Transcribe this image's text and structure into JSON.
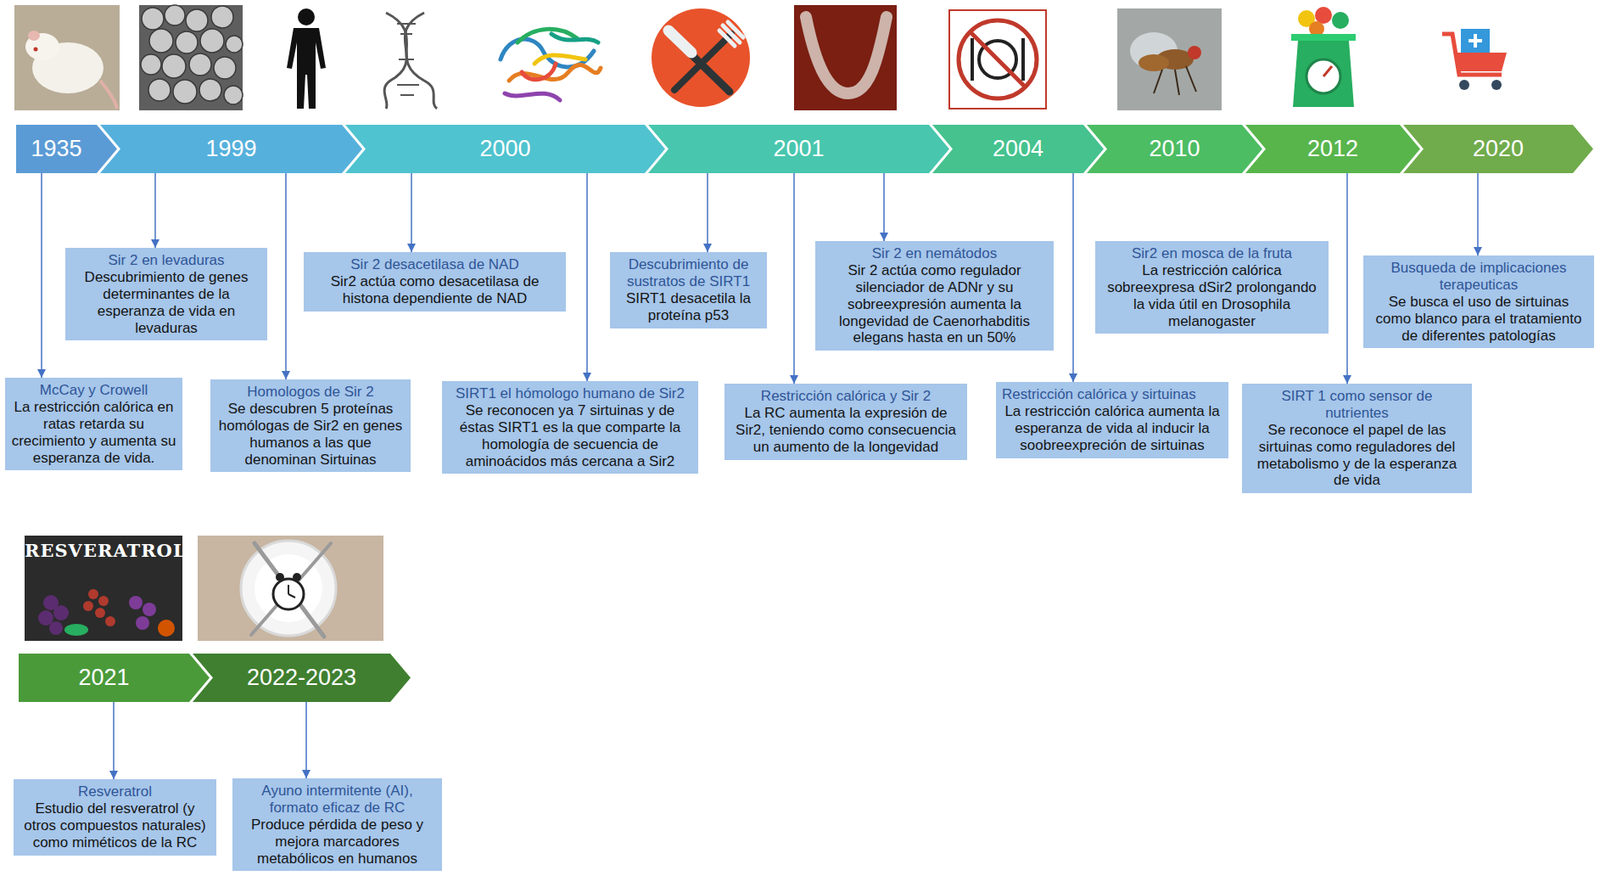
{
  "diagram": {
    "nodes": [
      {
        "text": [
          "1935"
        ]
      },
      {
        "text": [
          "1999"
        ]
      },
      {
        "text": [
          "2000"
        ]
      },
      {
        "text": [
          "2001"
        ]
      },
      {
        "text": [
          "2004"
        ]
      },
      {
        "text": [
          "2010"
        ]
      },
      {
        "text": [
          "2012"
        ]
      },
      {
        "text": [
          "2020"
        ]
      },
      {
        "text": [
          "McCay y Crowell",
          "La restricción calórica en ratas retarda su crecimiento y aumenta su esperanza de vida."
        ]
      },
      {
        "text": [
          "Sir 2 en levaduras",
          "Descubrimiento de genes determinantes de la esperanza de vida en levaduras"
        ]
      },
      {
        "text": [
          "Homologos de Sir 2",
          "Se descubren 5 proteínas homólogas de Sir2 en genes humanos a las que denominan Sirtuinas"
        ]
      },
      {
        "text": [
          "Sir 2 desacetilasa de NAD",
          "Sir2 actúa como desacetilasa de histona dependiente de NAD"
        ]
      },
      {
        "text": [
          "SIRT1 el hómologo humano de Sir2",
          "Se reconocen ya 7 sirtuinas y de éstas SIRT1 es la que comparte la homología de secuencia de aminoácidos más cercana a Sir2"
        ]
      },
      {
        "text": [
          "Descubrimiento de sustratos de SIRT1",
          "SIRT1 desacetila la proteína p53"
        ]
      },
      {
        "text": [
          "Restricción calórica y Sir 2",
          "La RC aumenta la expresión de Sir2, teniendo como consecuencia un aumento de la longevidad"
        ]
      },
      {
        "text": [
          "Sir 2 en nemátodos",
          "Sir 2 actúa como regulador silenciador de ADNr y su sobreexpresión aumenta la longevidad de Caenorhabditis elegans hasta en un 50%"
        ]
      },
      {
        "text": [
          "Restricción calórica y sirtuinas",
          "La restricción calórica aumenta la esperanza de vida al inducir la soobreexpreción de sirtuinas"
        ]
      },
      {
        "text": [
          "Sir2 en mosca de la fruta",
          "La restricción calórica sobreexpresa dSir2 prolongando la vida útil en Drosophila melanogaster"
        ]
      },
      {
        "text": [
          "SIRT 1 como sensor de nutrientes",
          "Se reconoce el papel de las sirtuinas como reguladores del metabolismo y de la esperanza de vida"
        ]
      },
      {
        "text": [
          "Busqueda de implicaciones terapeuticas",
          "Se busca el uso de sirtuinas como blanco para el tratamiento de diferentes patologías"
        ]
      },
      {
        "text": [
          "2021"
        ]
      },
      {
        "text": [
          "2022-2023"
        ]
      },
      {
        "text": [
          "Resveratrol",
          "Estudio del resveratrol (y otros compuestos naturales) como miméticos de la RC"
        ]
      },
      {
        "text": [
          "Ayuno intermitente (AI), formato eficaz de RC",
          "Produce pérdida de peso y mejora marcadores metabólicos en humanos"
        ]
      }
    ],
    "edges": [
      {
        "from": 0,
        "to": 8,
        "arrow": "to"
      },
      {
        "from": 1,
        "to": 9,
        "arrow": "to"
      },
      {
        "from": 1,
        "to": 10,
        "arrow": "to"
      },
      {
        "from": 2,
        "to": 11,
        "arrow": "to"
      },
      {
        "from": 2,
        "to": 12,
        "arrow": "to"
      },
      {
        "from": 3,
        "to": 13,
        "arrow": "to"
      },
      {
        "from": 3,
        "to": 14,
        "arrow": "to"
      },
      {
        "from": 3,
        "to": 15,
        "arrow": "to"
      },
      {
        "from": 4,
        "to": 16,
        "arrow": "to"
      },
      {
        "from": 6,
        "to": 18,
        "arrow": "to"
      },
      {
        "from": 7,
        "to": 19,
        "arrow": "to"
      },
      {
        "from": 20,
        "to": 22,
        "arrow": "to"
      },
      {
        "from": 21,
        "to": 23,
        "arrow": "to"
      }
    ],
    "labels": [
      "RESVERATROL"
    ]
  }
}
